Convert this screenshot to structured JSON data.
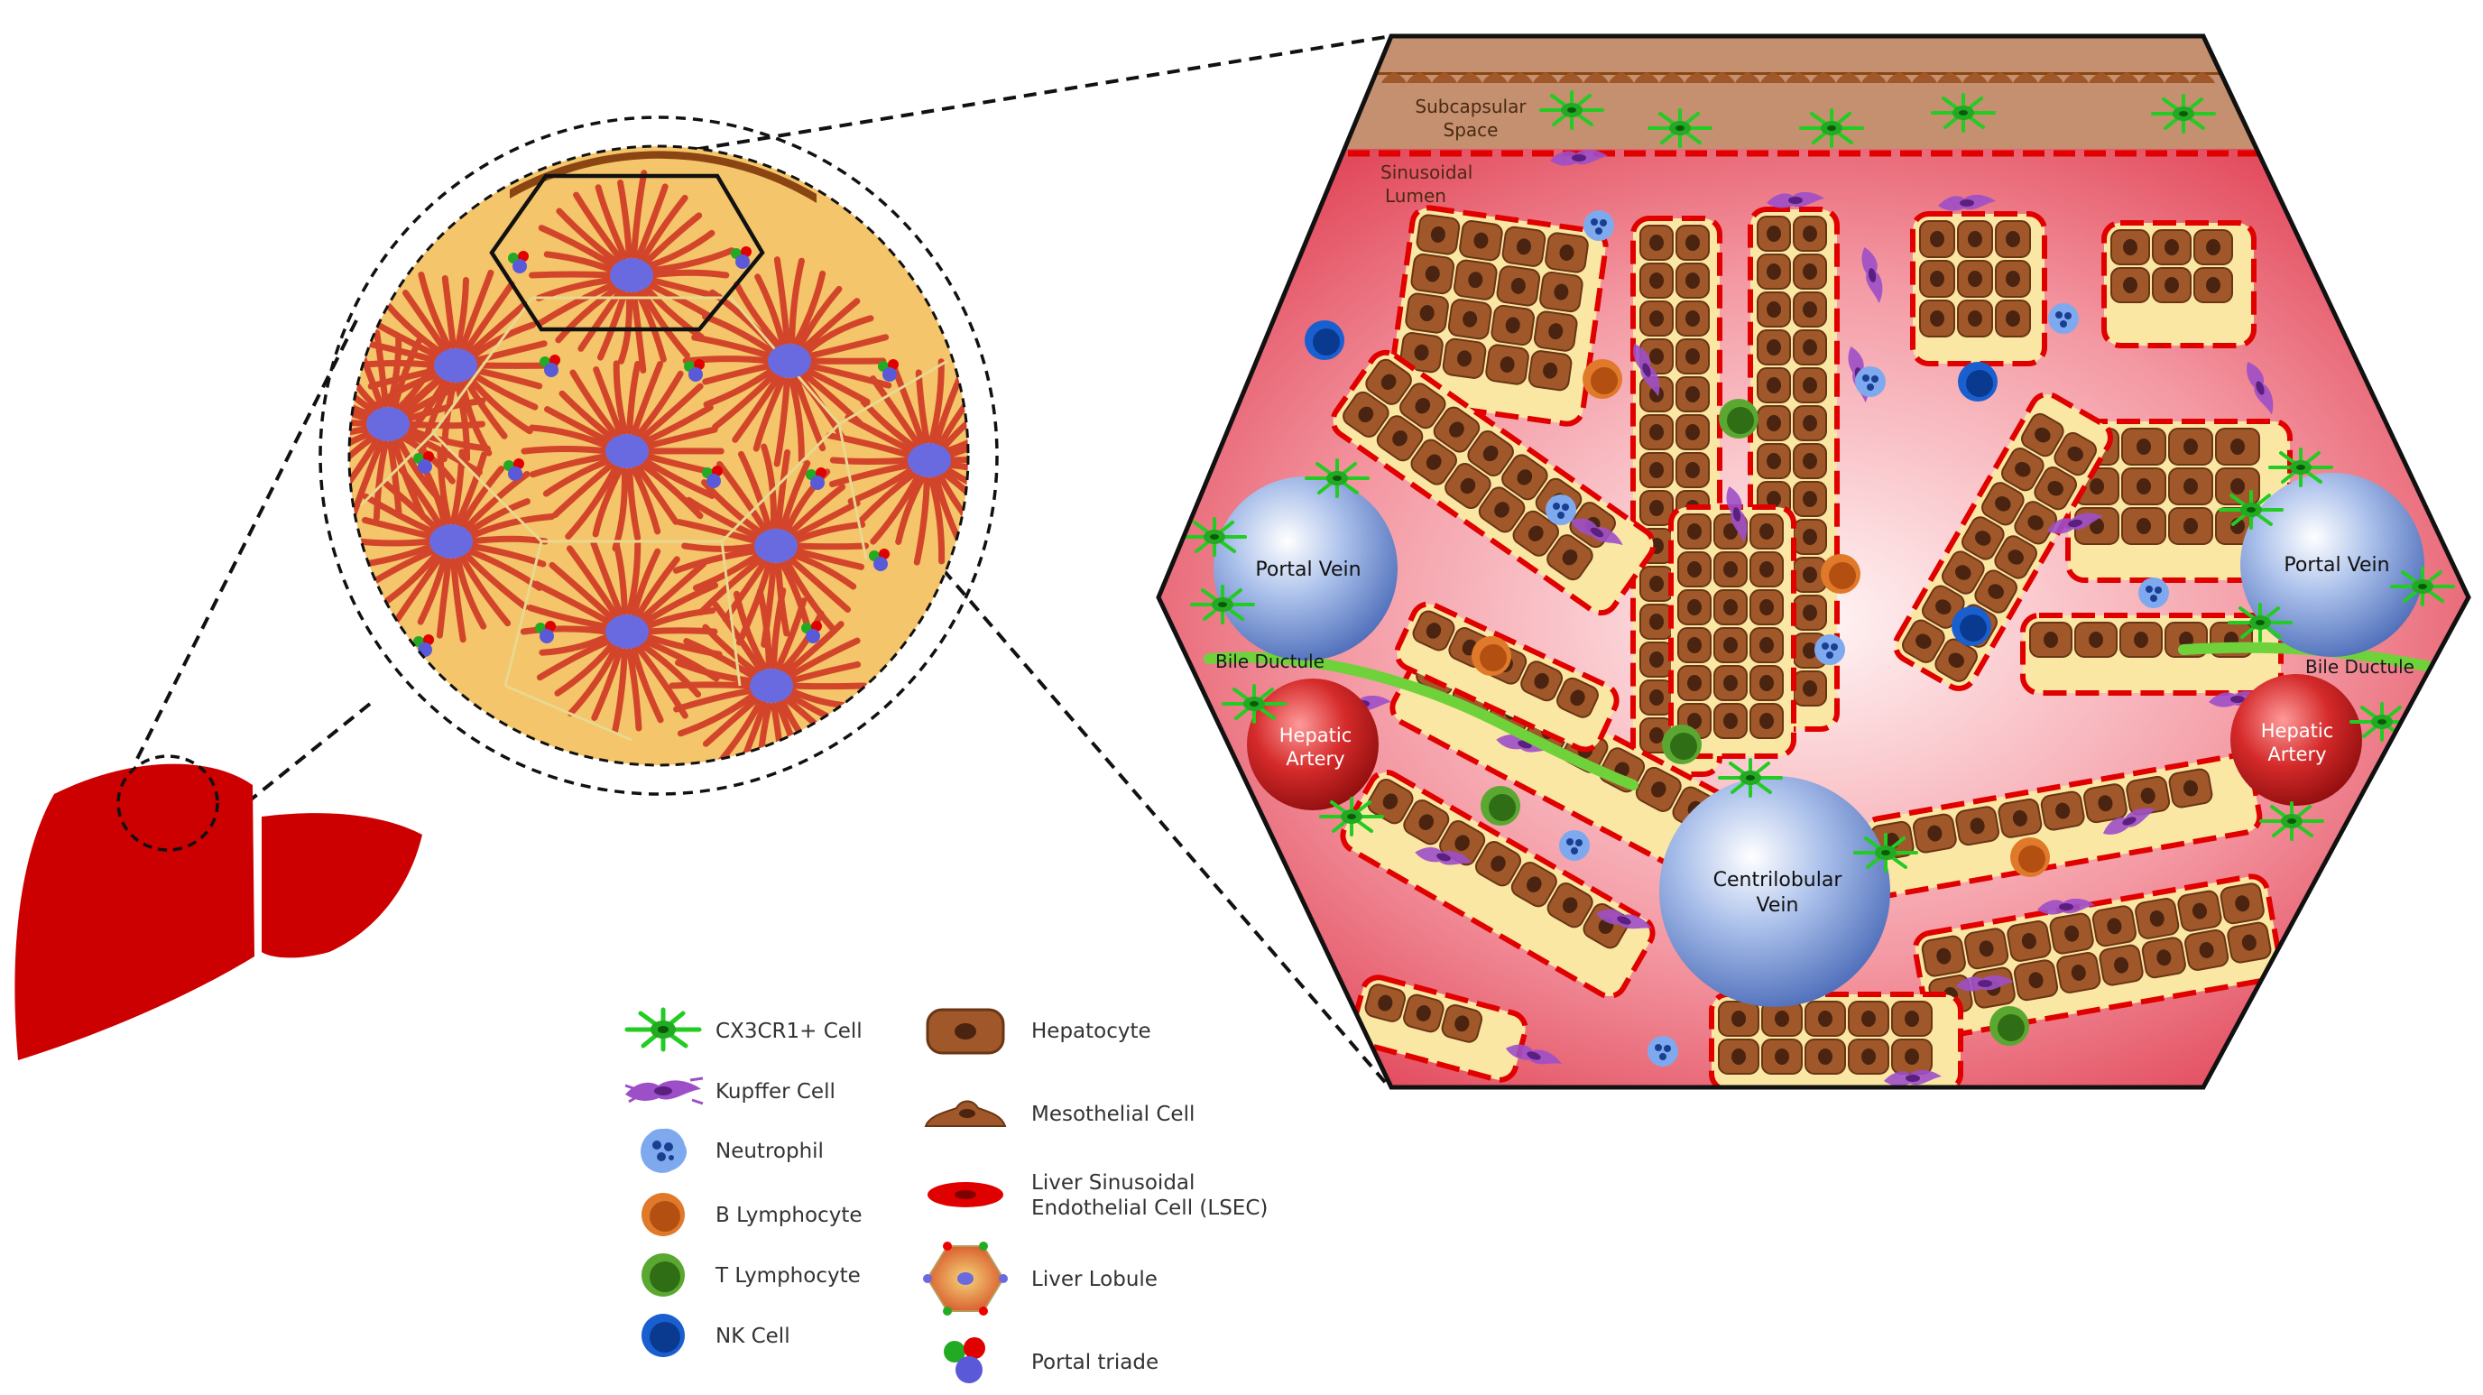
{
  "labels": {
    "subcapsular": [
      "Subcapsular",
      "Space"
    ],
    "sinusoidal": [
      "Sinusoidal",
      "Lumen"
    ],
    "portal_vein": "Portal Vein",
    "bile_ductule": "Bile Ductule",
    "hepatic_artery": [
      "Hepatic",
      "Artery"
    ],
    "centrilobular": [
      "Centrilobular",
      "Vein"
    ]
  },
  "legend": {
    "cx3cr1": "CX3CR1+ Cell",
    "kupffer": "Kupffer Cell",
    "neutrophil": "Neutrophil",
    "b_lymph": "B Lymphocyte",
    "t_lymph": "T Lymphocyte",
    "nk": "NK Cell",
    "hepatocyte": "Hepatocyte",
    "mesothelial": "Mesothelial Cell",
    "lsec": [
      "Liver Sinusoidal",
      "Endothelial Cell (LSEC)"
    ],
    "lobule": "Liver Lobule",
    "portal_triade": "Portal triade"
  },
  "colors": {
    "liver": "#cc0000",
    "sinusoid": "#e8556a",
    "hepatocyte": "#a0582a",
    "nucleus": "#4a2410",
    "capsule": "#c49070",
    "matrix": "#fbe7a4",
    "vein": "#6f8fd0",
    "artery": "#c41818",
    "bile": "#6fd23a",
    "cx3cr1": "#22cc22",
    "kupffer": "#9d4fc8",
    "neutrophil": "#5b8fe0",
    "b_lymph": "#e07a2a",
    "t_lymph": "#4f9a2a",
    "nk": "#1a5fd0",
    "lsec": "#e00000"
  }
}
